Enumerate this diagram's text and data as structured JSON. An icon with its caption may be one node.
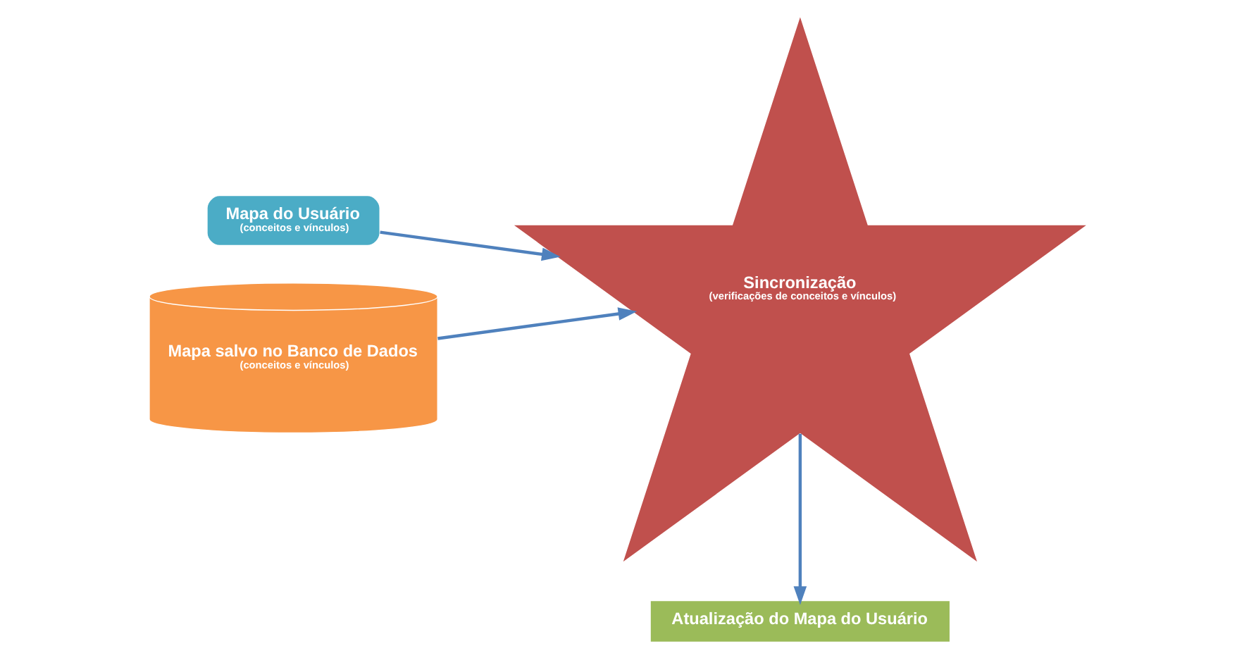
{
  "diagram": {
    "nodes": [
      {
        "text": [
          "Mapa do Usuário",
          "(conceitos e vínculos)"
        ]
      },
      {
        "text": [
          "Mapa salvo no Banco de Dados",
          "(conceitos e vínculos)"
        ]
      },
      {
        "text": [
          "Sincronização",
          "(verificações de conceitos e vínculos)"
        ]
      },
      {
        "text": [
          "Atualização do Mapa do Usuário"
        ]
      }
    ],
    "edges": [
      {
        "from": 0,
        "to": 2,
        "arrow": "to"
      },
      {
        "from": 1,
        "to": 2,
        "arrow": "to"
      },
      {
        "from": 2,
        "to": 3,
        "arrow": "to"
      }
    ]
  }
}
